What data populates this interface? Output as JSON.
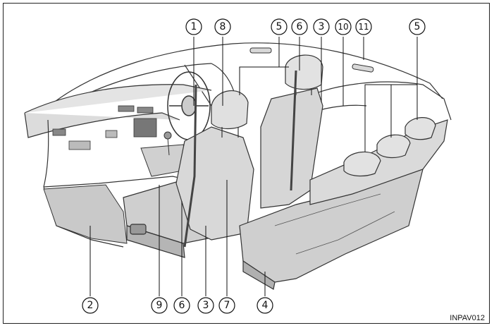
{
  "figure_code": "INPAV012",
  "callouts": {
    "c1": "1",
    "c2": "2",
    "c3": "3",
    "c4": "4",
    "c5": "5",
    "c6": "6",
    "c7": "7",
    "c8": "8",
    "c9": "9",
    "c10": "10",
    "c11": "11"
  }
}
